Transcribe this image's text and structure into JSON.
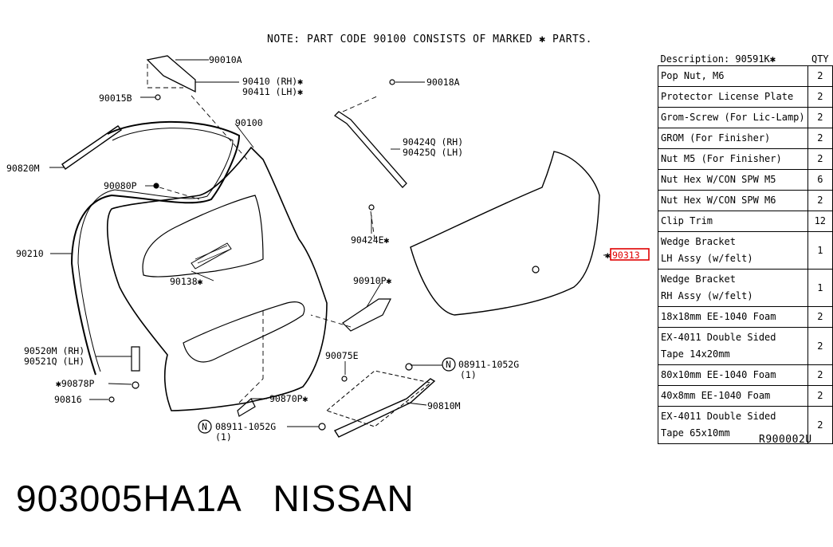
{
  "note": "NOTE: PART CODE 90100 CONSISTS OF MARKED ✱ PARTS.",
  "callouts": {
    "c90010A": "90010A",
    "c90410": "90410 (RH)✱",
    "c90411": "90411 (LH)✱",
    "c90015B": "90015B",
    "c90018A": "90018A",
    "c90100": "90100",
    "c90820M": "90820M",
    "c90424Q": "90424Q (RH)",
    "c90425Q": "90425Q (LH)",
    "c90080P": "90080P",
    "c90424E": "90424E✱",
    "c90210": "90210",
    "c90313": "90313",
    "c90313_star": "✱",
    "c90138": "90138✱",
    "c90910P": "90910P✱",
    "c90520M": "90520M (RH)",
    "c90521Q": "90521Q (LH)",
    "c90075E": "90075E",
    "c08911a": "08911-1052G",
    "c08911a_qty": "(1)",
    "c90878P": "✱90878P",
    "c90816": "90816",
    "c90870P": "90870P✱",
    "c90810M": "90810M",
    "c08911b": "08911-1052G",
    "c08911b_qty": "(1)",
    "n_glyph": "N"
  },
  "table": {
    "header_desc": "Description: 90591K✱",
    "header_qty": "QTY",
    "rows": [
      {
        "lines": [
          "Pop Nut, M6"
        ],
        "qty": "2"
      },
      {
        "lines": [
          "Protector License Plate"
        ],
        "qty": "2"
      },
      {
        "lines": [
          "Grom-Screw (For Lic-Lamp)"
        ],
        "qty": "2"
      },
      {
        "lines": [
          "GROM (For Finisher)"
        ],
        "qty": "2"
      },
      {
        "lines": [
          "Nut M5 (For Finisher)"
        ],
        "qty": "2"
      },
      {
        "lines": [
          "Nut Hex W/CON SPW M5"
        ],
        "qty": "6"
      },
      {
        "lines": [
          "Nut Hex W/CON SPW M6"
        ],
        "qty": "2"
      },
      {
        "lines": [
          "Clip Trim"
        ],
        "qty": "12"
      },
      {
        "lines": [
          "Wedge Bracket",
          "LH Assy (w/felt)"
        ],
        "qty": "1"
      },
      {
        "lines": [
          "Wedge Bracket",
          "RH Assy (w/felt)"
        ],
        "qty": "1"
      },
      {
        "lines": [
          "18x18mm EE-1040 Foam"
        ],
        "qty": "2"
      },
      {
        "lines": [
          "EX-4011 Double Sided",
          "Tape 14x20mm"
        ],
        "qty": "2"
      },
      {
        "lines": [
          "80x10mm EE-1040 Foam"
        ],
        "qty": "2"
      },
      {
        "lines": [
          "40x8mm EE-1040 Foam"
        ],
        "qty": "2"
      },
      {
        "lines": [
          "EX-4011 Double Sided",
          "Tape 65x10mm"
        ],
        "qty": "2"
      }
    ]
  },
  "reference_code": "R900002U",
  "part_number": "903005HA1A   NISSAN",
  "colors": {
    "highlight": "#e00000"
  }
}
